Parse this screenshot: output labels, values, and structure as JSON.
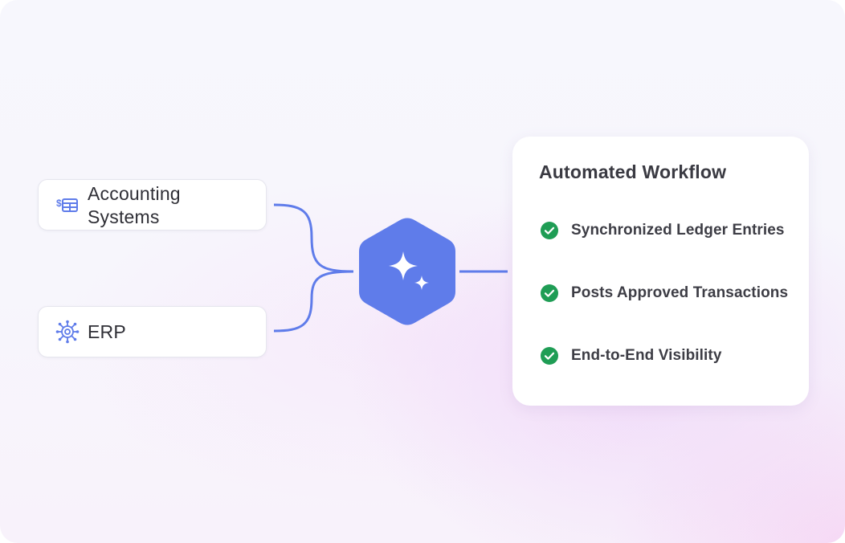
{
  "sources": [
    {
      "label": "Accounting Systems",
      "icon": "ledger-dollar-icon"
    },
    {
      "label": "ERP",
      "icon": "network-gear-icon"
    }
  ],
  "hub": {
    "icon": "sparkle-icon"
  },
  "workflow": {
    "title": "Automated Workflow",
    "items": [
      {
        "label": "Synchronized Ledger Entries",
        "icon": "check-circle-icon"
      },
      {
        "label": "Posts Approved Transactions",
        "icon": "check-circle-icon"
      },
      {
        "label": "End-to-End Visibility",
        "icon": "check-circle-icon"
      }
    ]
  },
  "colors": {
    "accent": "#5f7cea",
    "check": "#1f9d55",
    "text": "#2f2f36"
  }
}
